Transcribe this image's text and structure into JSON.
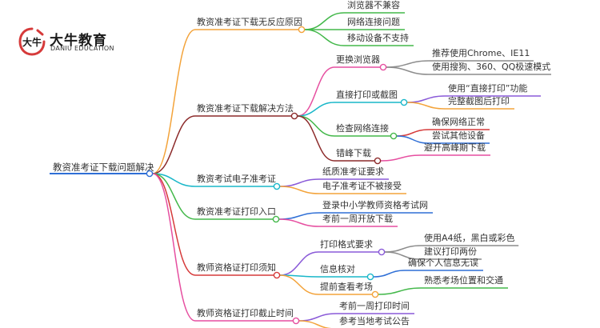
{
  "brand": {
    "name_cn": "大牛教育",
    "name_en": "DANIU EDUCATION",
    "logo_mark_text": "大牛"
  },
  "mindmap": {
    "root": "教资准考证下载问题解决",
    "branches": [
      {
        "label": "教资准考证下载无反应原因",
        "color": "#f3a33a",
        "children": [
          {
            "label": "浏览器不兼容",
            "color": "#43b84a"
          },
          {
            "label": "网络连接问题",
            "color": "#43b84a"
          },
          {
            "label": "移动设备不支持",
            "color": "#43b84a"
          }
        ]
      },
      {
        "label": "教资准考证下载解决方法",
        "color": "#8c2a2a",
        "children": [
          {
            "label": "更换浏览器",
            "color": "#e64fa0",
            "children": [
              {
                "label": "推荐使用Chrome、IE11",
                "color": "#8c8c8c"
              },
              {
                "label": "使用搜狗、360、QQ极速模式",
                "color": "#8c8c8c"
              }
            ]
          },
          {
            "label": "直接打印或截图",
            "color": "#19b7c9",
            "children": [
              {
                "label": "使用“直接打印”功能",
                "color": "#8a5ad8"
              },
              {
                "label": "完整截图后打印",
                "color": "#f3a33a"
              }
            ]
          },
          {
            "label": "检查网络连接",
            "color": "#43b84a",
            "children": [
              {
                "label": "确保网络正常",
                "color": "#d63a3a"
              },
              {
                "label": "尝试其他设备",
                "color": "#2f6fd6"
              }
            ]
          },
          {
            "label": "错峰下载",
            "color": "#8c2a2a",
            "children": [
              {
                "label": "避开高峰期下载",
                "color": "#e64fa0"
              }
            ]
          }
        ]
      },
      {
        "label": "教资考试电子准考证",
        "color": "#19b7c9",
        "children": [
          {
            "label": "纸质准考证要求",
            "color": "#8a5ad8"
          },
          {
            "label": "电子准考证不被接受",
            "color": "#f3a33a"
          }
        ]
      },
      {
        "label": "教资准考证打印入口",
        "color": "#43b84a",
        "children": [
          {
            "label": "登录中小学教师资格考试网",
            "color": "#2f6fd6"
          },
          {
            "label": "考前一周开放下载",
            "color": "#e64fa0"
          }
        ]
      },
      {
        "label": "教师资格证打印须知",
        "color": "#d63a3a",
        "children": [
          {
            "label": "打印格式要求",
            "color": "#8a5ad8",
            "children": [
              {
                "label": "使用A4纸，黑白或彩色",
                "color": "#8c8c8c"
              },
              {
                "label": "建议打印两份",
                "color": "#8c8c8c"
              }
            ]
          },
          {
            "label": "信息核对",
            "color": "#19b7c9",
            "children": [
              {
                "label": "确保个人信息无误",
                "color": "#2f6fd6"
              }
            ]
          },
          {
            "label": "提前查看考场",
            "color": "#f3a33a",
            "children": [
              {
                "label": "熟悉考场位置和交通",
                "color": "#43b84a"
              }
            ]
          }
        ]
      },
      {
        "label": "教师资格证打印截止时间",
        "color": "#e64fa0",
        "children": [
          {
            "label": "考前一周打印时间",
            "color": "#8a5ad8"
          },
          {
            "label": "参考当地考试公告",
            "color": "#f3a33a"
          }
        ]
      }
    ],
    "root_color": "#2f6fd6"
  }
}
